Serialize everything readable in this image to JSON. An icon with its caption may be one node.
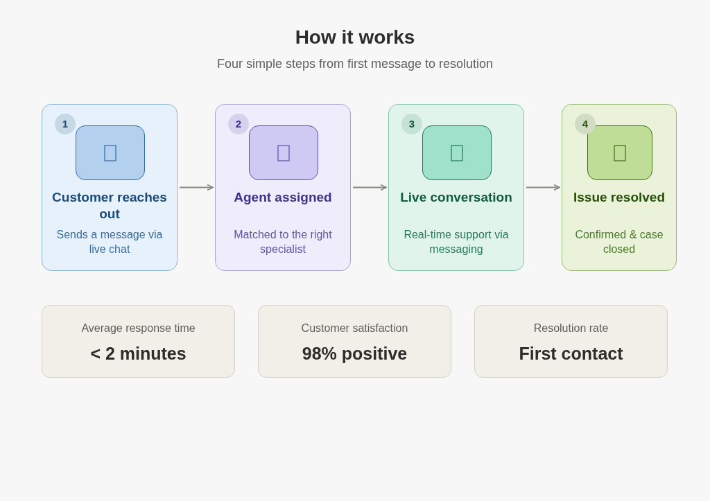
{
  "diagram": {
    "title": "How it works",
    "caption": "Four simple steps from first message to resolution",
    "nodes": [
      {
        "text": [
          "Customer reaches out",
          "Sends a message via live chat"
        ]
      },
      {
        "text": [
          "1"
        ],
        "in": 0
      },
      {
        "text": [],
        "shape": "box",
        "in": 0
      },
      {
        "text": [
          "Agent assigned",
          "Matched to the right specialist"
        ]
      },
      {
        "text": [
          "2"
        ],
        "in": 3
      },
      {
        "text": [],
        "shape": "box",
        "in": 3
      },
      {
        "text": [
          "Live conversation",
          "Real-time support via messaging"
        ]
      },
      {
        "text": [
          "3"
        ],
        "in": 6
      },
      {
        "text": [],
        "shape": "box",
        "in": 6
      },
      {
        "text": [
          "Issue resolved",
          "Confirmed & case closed"
        ]
      },
      {
        "text": [
          "4"
        ],
        "in": 9
      },
      {
        "text": [],
        "shape": "box",
        "in": 9
      },
      {
        "text": [
          "Average response time",
          "< 2 minutes"
        ]
      },
      {
        "text": [
          "Customer satisfaction",
          "98% positive"
        ]
      },
      {
        "text": [
          "Resolution rate",
          "First contact"
        ]
      }
    ],
    "edges": [
      {
        "from": 0,
        "to": 3,
        "arrow": "to"
      },
      {
        "from": 3,
        "to": 6,
        "arrow": "to"
      },
      {
        "from": 6,
        "to": 9,
        "arrow": "to"
      }
    ]
  }
}
